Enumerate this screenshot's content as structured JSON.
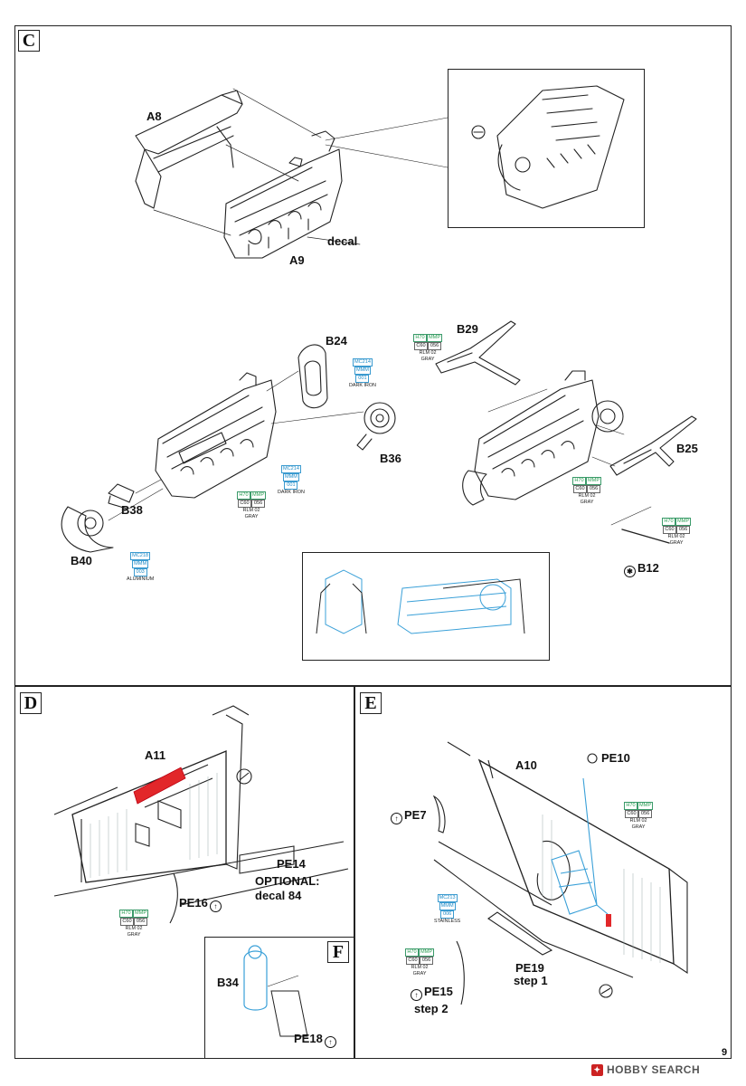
{
  "sections": {
    "c": {
      "letter": "C"
    },
    "d": {
      "letter": "D"
    },
    "e": {
      "letter": "E"
    },
    "f": {
      "letter": "F"
    }
  },
  "labels": {
    "a8": "A8",
    "a9": "A9",
    "decal": "decal",
    "b24": "B24",
    "b29": "B29",
    "b36": "B36",
    "b38": "B38",
    "b40": "B40",
    "b25": "B25",
    "b12": "B12",
    "a11": "A11",
    "pe14": "PE14",
    "optional": "OPTIONAL:",
    "decal84": "decal 84",
    "pe16": "PE16",
    "a10": "A10",
    "pe10": "PE10",
    "pe7": "PE7",
    "pe19": "PE19",
    "step1": "step 1",
    "pe15": "PE15",
    "step2": "step 2",
    "b34": "B34",
    "pe18": "PE18"
  },
  "paint": {
    "dark_iron": {
      "codes": [
        "MC214",
        "MMM",
        "001"
      ],
      "name": "DARK IRON"
    },
    "rlm02": {
      "codes": [
        "H70",
        "MMP",
        "C60",
        "056"
      ],
      "name_l1": "RLM 02",
      "name_l2": "GRAY"
    },
    "aluminium": {
      "codes": [
        "MC218",
        "MMM",
        "003"
      ],
      "name": "ALUMINIUM"
    },
    "stainless": {
      "codes": [
        "MC213",
        "MMM",
        "006"
      ],
      "name": "STAINLESS"
    }
  },
  "page_number": "9",
  "watermark": {
    "icon": "hobby-search-logo-icon",
    "text": "HOBBY SEARCH"
  },
  "colors": {
    "highlight_red": "#e2272a",
    "hint_blue": "#3aa0d8",
    "line": "#222222"
  }
}
